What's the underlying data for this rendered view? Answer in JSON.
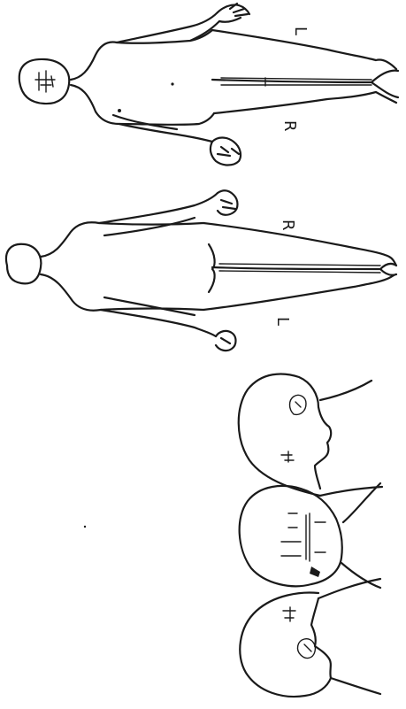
{
  "figures": {
    "anterior": {
      "left_label": "L",
      "right_label": "R"
    },
    "posterior": {
      "left_label": "L",
      "right_label": "R"
    }
  },
  "heads": {
    "count": 3
  }
}
